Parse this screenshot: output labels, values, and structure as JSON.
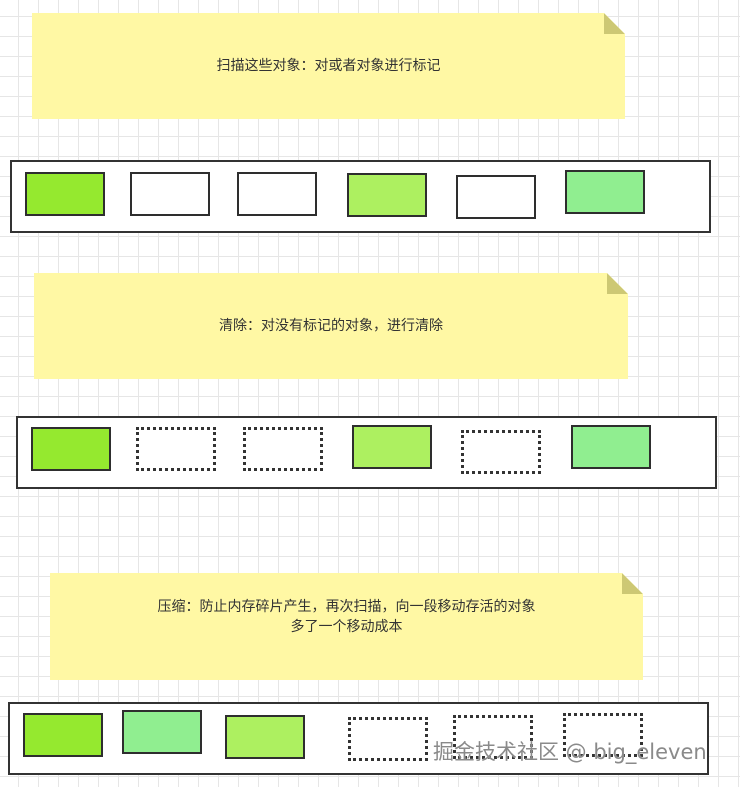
{
  "colors": {
    "note_bg": "#fff8a4",
    "note_fold": "#cdc874",
    "marked_bright_green": "#95e92f",
    "marked_light_green": "#adf060",
    "marked_mint_green": "#90ee90",
    "unmarked_white": "#ffffff",
    "border": "#333333"
  },
  "steps": [
    {
      "id": "mark",
      "note": "扫描这些对象：对或者对象进行标记",
      "objects": [
        {
          "state": "marked",
          "style": "solid",
          "color": "#95e92f"
        },
        {
          "state": "unmarked",
          "style": "solid",
          "color": "#ffffff"
        },
        {
          "state": "unmarked",
          "style": "solid",
          "color": "#ffffff"
        },
        {
          "state": "marked",
          "style": "solid",
          "color": "#adf060"
        },
        {
          "state": "unmarked",
          "style": "solid",
          "color": "#ffffff"
        },
        {
          "state": "marked",
          "style": "solid",
          "color": "#90ee90"
        }
      ]
    },
    {
      "id": "sweep",
      "note": "清除：对没有标记的对象，进行清除",
      "objects": [
        {
          "state": "live",
          "style": "solid",
          "color": "#95e92f"
        },
        {
          "state": "freed",
          "style": "dotted",
          "color": "transparent"
        },
        {
          "state": "freed",
          "style": "dotted",
          "color": "transparent"
        },
        {
          "state": "live",
          "style": "solid",
          "color": "#adf060"
        },
        {
          "state": "freed",
          "style": "dotted",
          "color": "transparent"
        },
        {
          "state": "live",
          "style": "solid",
          "color": "#90ee90"
        }
      ]
    },
    {
      "id": "compact",
      "note": "压缩：防止内存碎片产生，再次扫描，向一段移动存活的对象\n多了一个移动成本",
      "objects": [
        {
          "state": "live",
          "style": "solid",
          "color": "#95e92f"
        },
        {
          "state": "live",
          "style": "solid",
          "color": "#90ee90"
        },
        {
          "state": "live",
          "style": "solid",
          "color": "#adf060"
        },
        {
          "state": "free",
          "style": "dotted",
          "color": "transparent"
        },
        {
          "state": "free",
          "style": "dotted",
          "color": "transparent"
        },
        {
          "state": "free",
          "style": "dotted",
          "color": "transparent"
        }
      ]
    }
  ],
  "watermark": "掘金技术社区 @ big_eleven"
}
